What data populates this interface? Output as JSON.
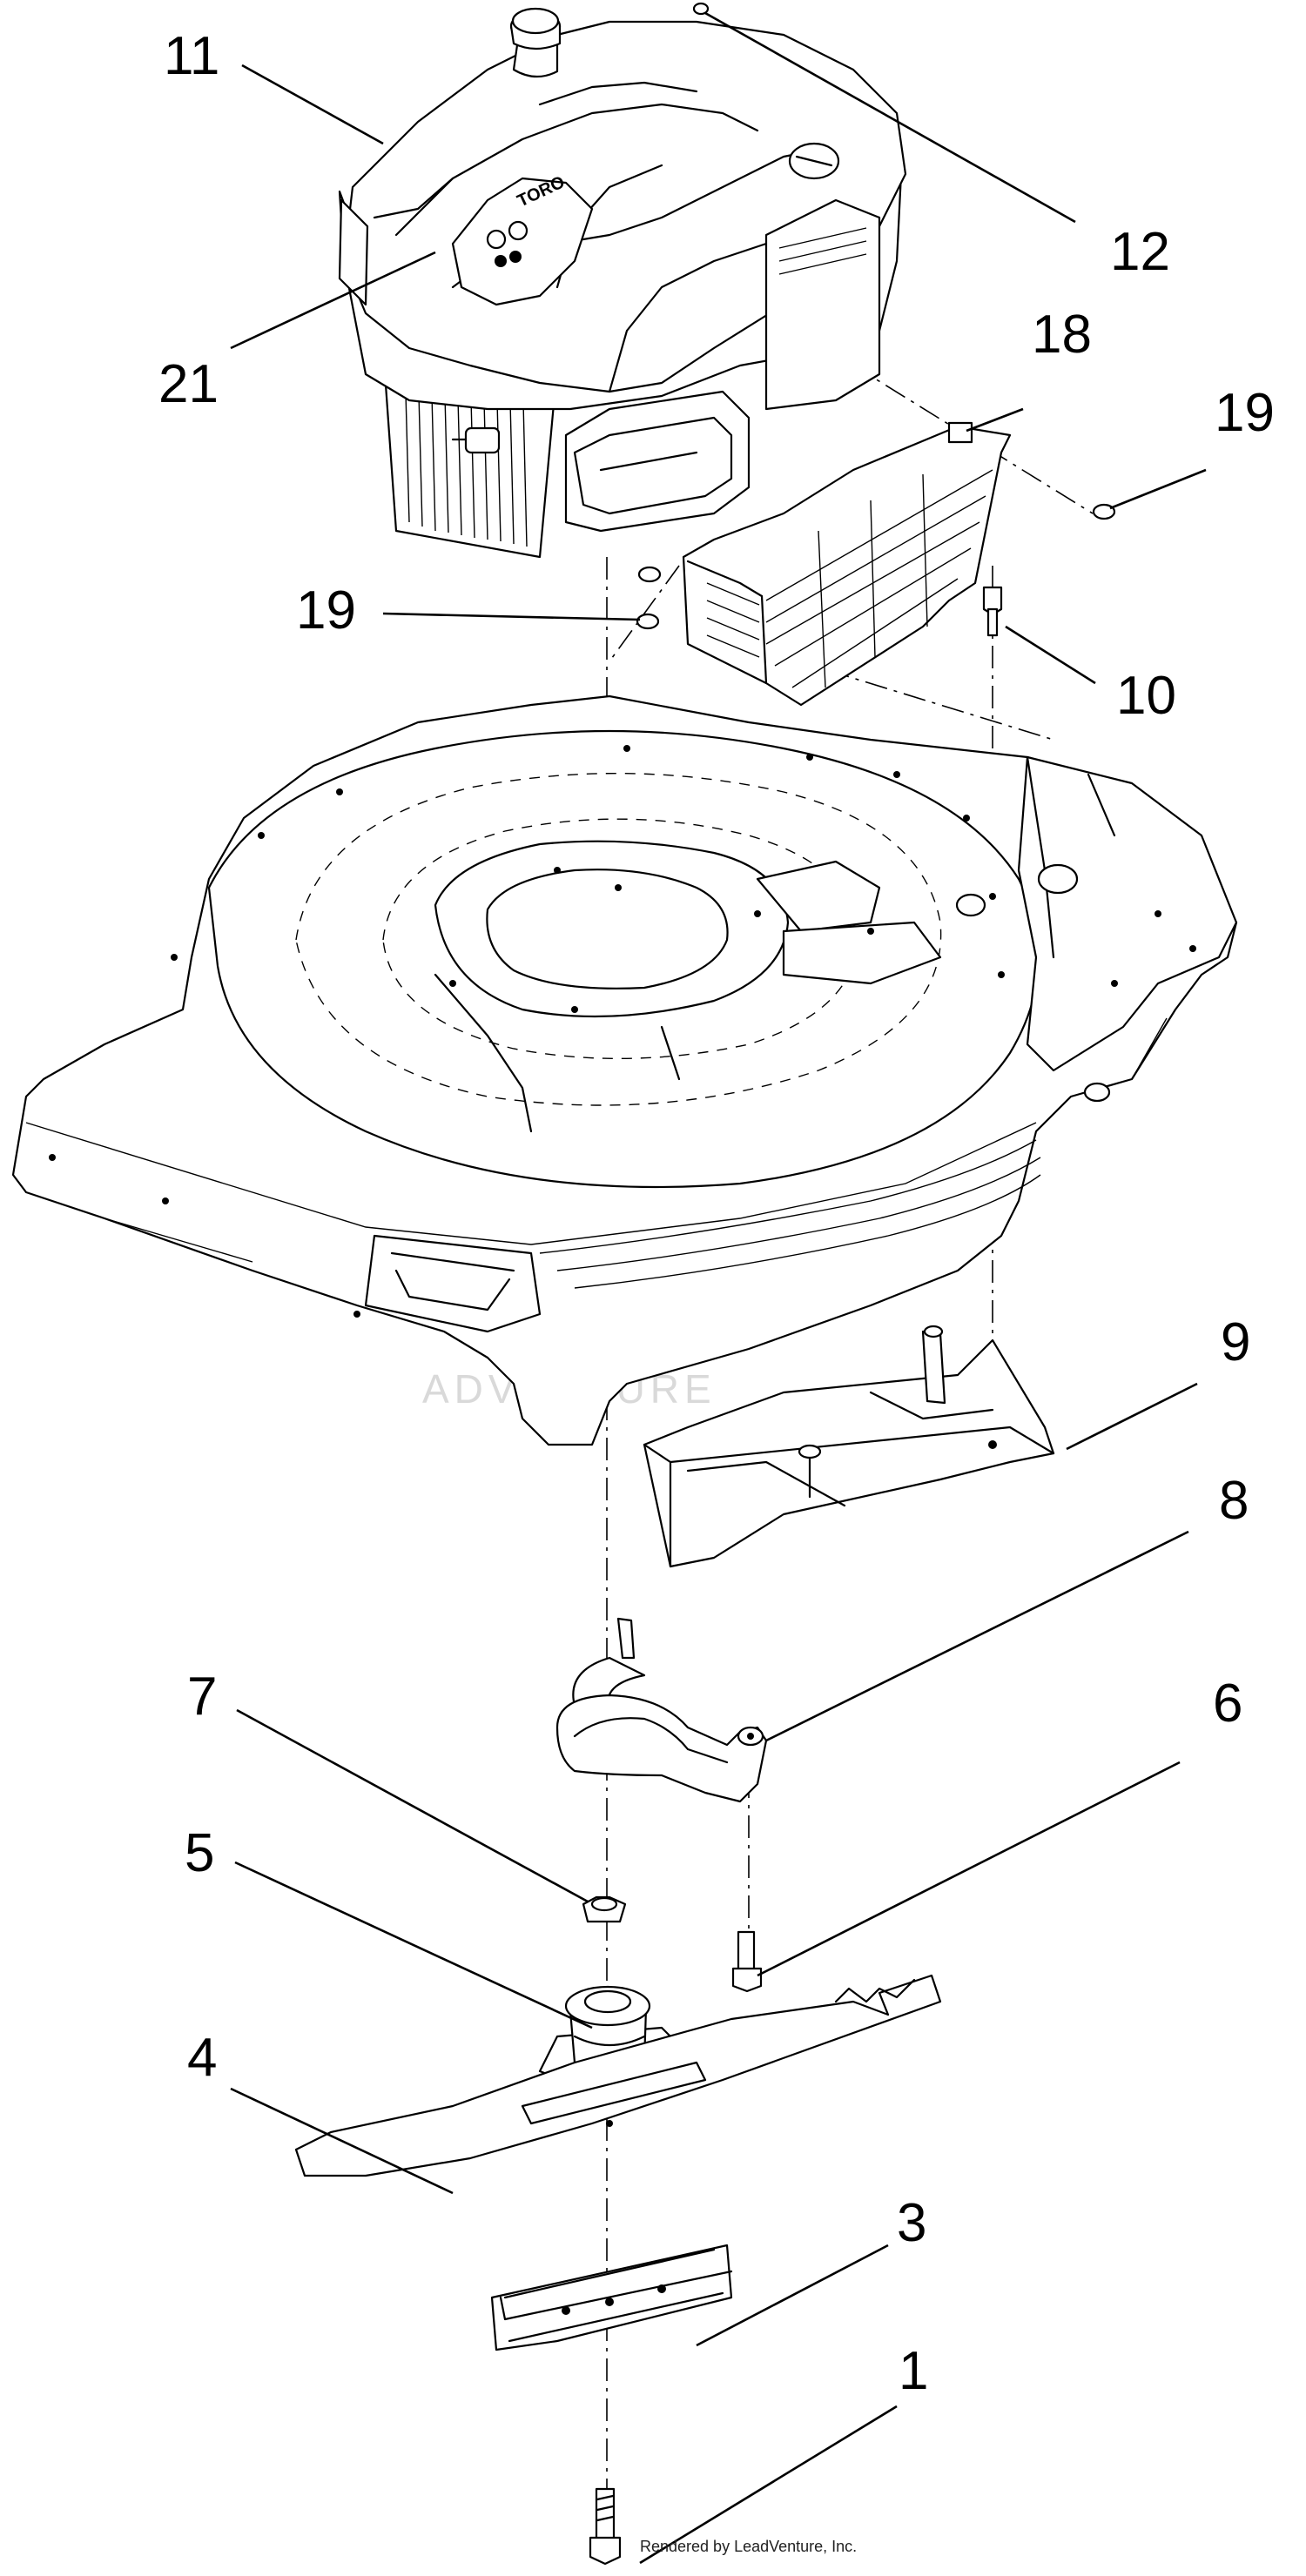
{
  "callouts": {
    "c11": "11",
    "c12": "12",
    "c21": "21",
    "c18": "18",
    "c19_right": "19",
    "c19_left": "19",
    "c10": "10",
    "c9": "9",
    "c8": "8",
    "c7": "7",
    "c6": "6",
    "c5": "5",
    "c4": "4",
    "c3": "3",
    "c1": "1"
  },
  "watermark_text": "ADVENTURE",
  "credit_text": "Rendered by LeadVenture, Inc."
}
